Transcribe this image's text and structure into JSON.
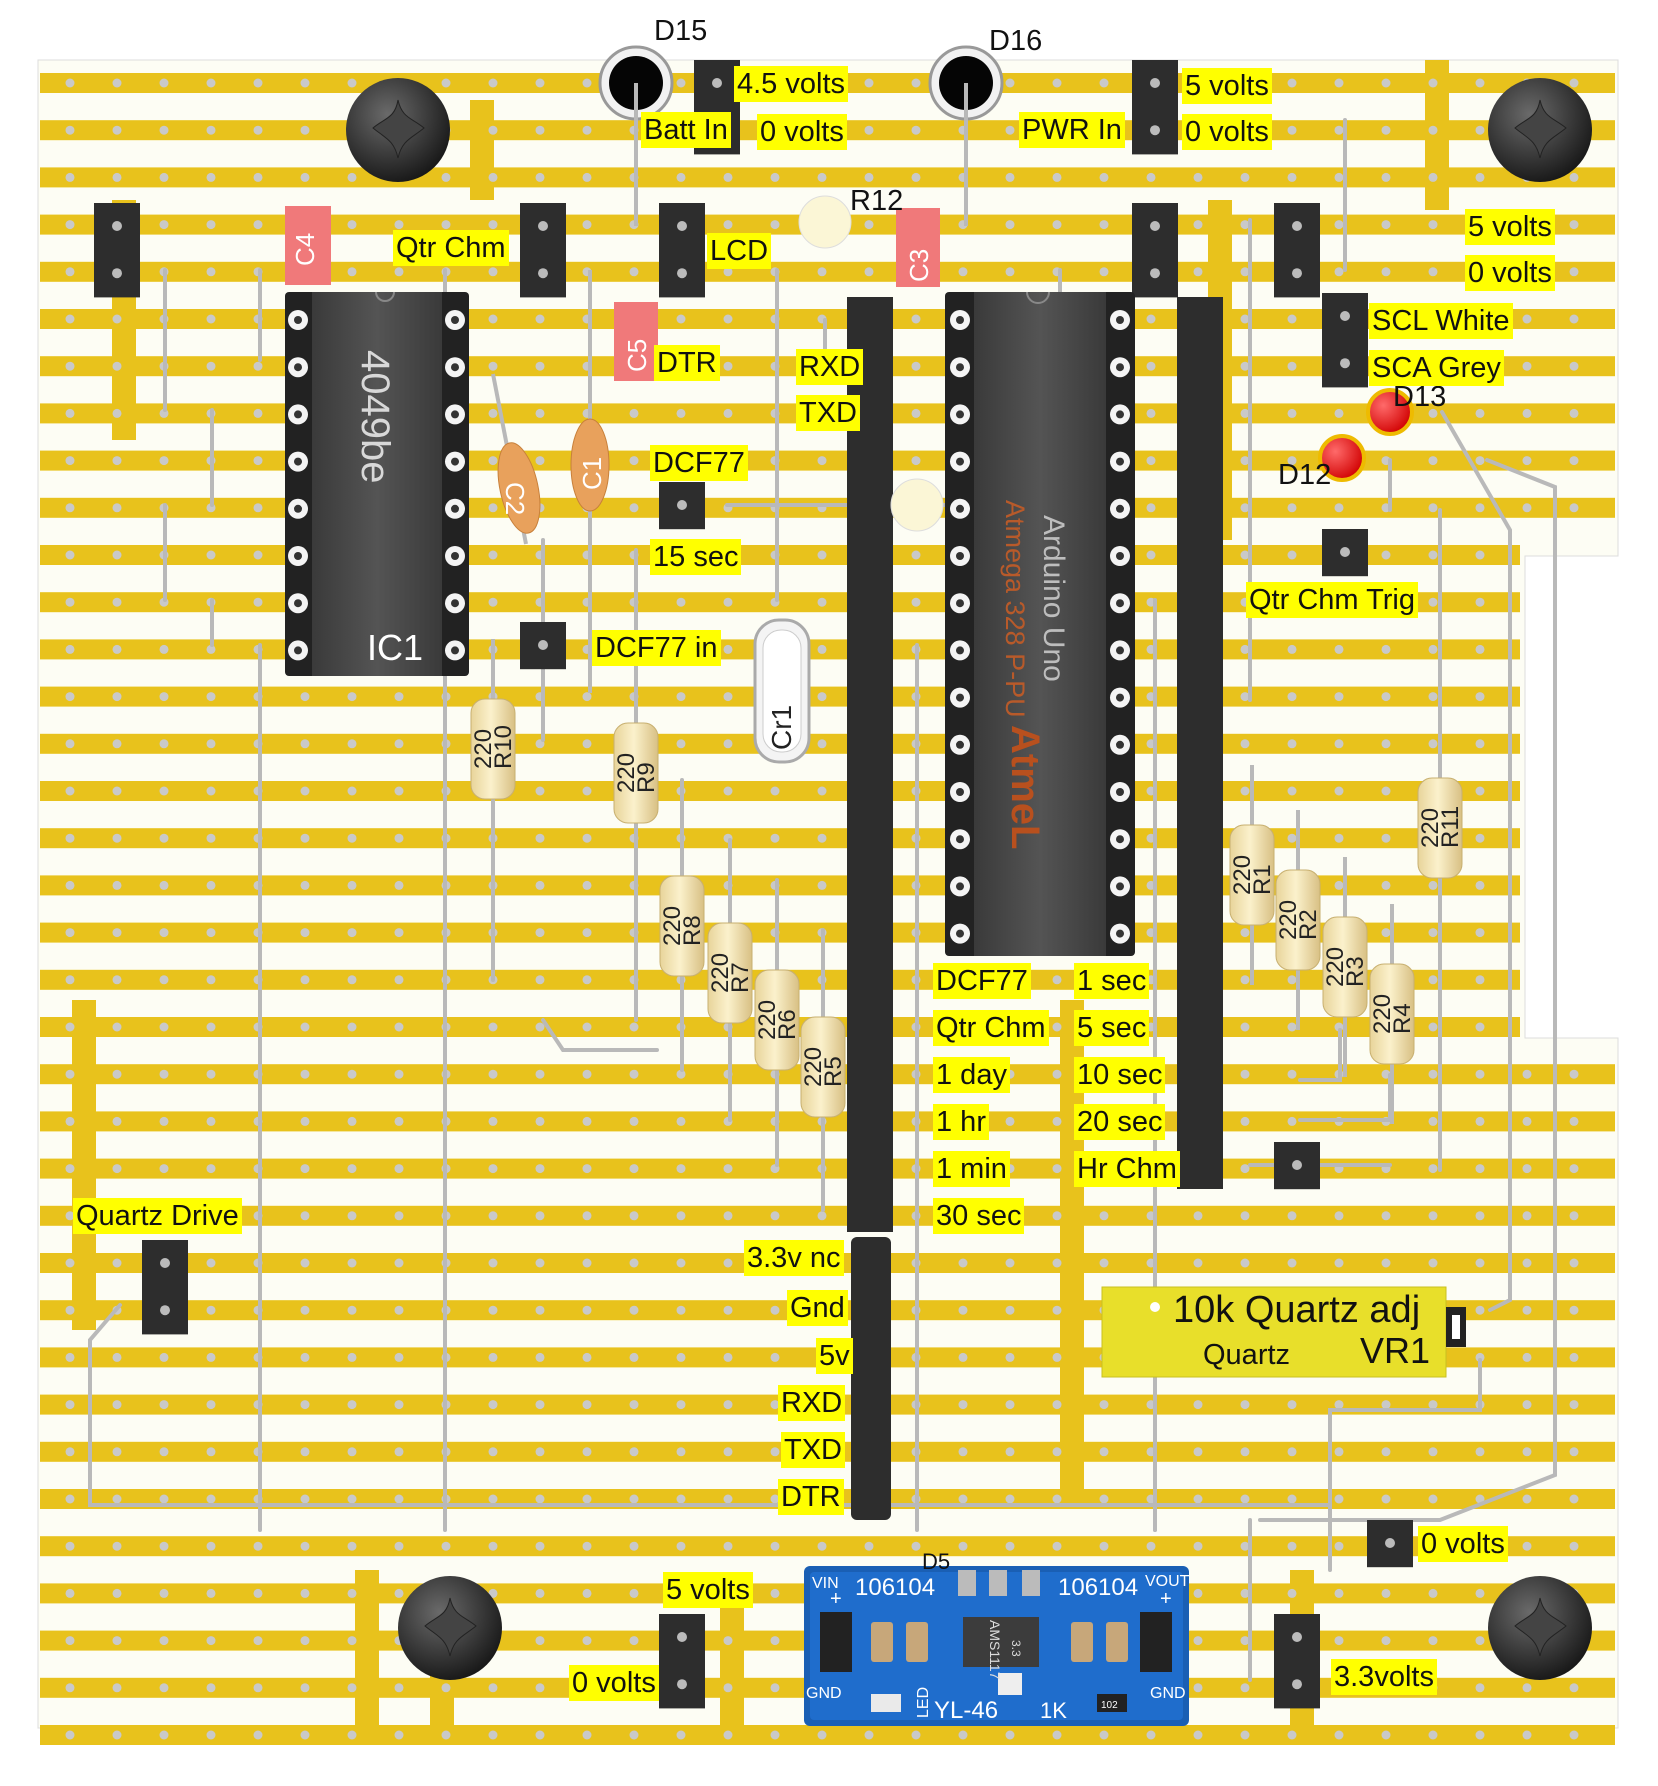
{
  "board": {
    "strip_color": "#e8c21c",
    "board_color": "#fdfdf4",
    "hole_color": "#c9c9c9",
    "wire_color": "#b9b9b9"
  },
  "labels": {
    "d15": "D15",
    "d16": "D16",
    "r12": "R12",
    "d13": "D13",
    "d12": "D12",
    "v45": "4.5 volts",
    "batt_in": "Batt In",
    "batt_0v": "0 volts",
    "pwr_in": "PWR In",
    "pwr_5v": "5 volts",
    "pwr_0v": "0 volts",
    "right_5v": "5 volts",
    "right_0v": "0 volts",
    "qtr_chm_top": "Qtr Chm",
    "lcd": "LCD",
    "dtr_top": "DTR",
    "rxd_top": "RXD",
    "txd_top": "TXD",
    "dcf77_top": "DCF77",
    "sec15": "15 sec",
    "dcf77_in": "DCF77 in",
    "scl": "SCL White",
    "sca": "SCA Grey",
    "qtr_chm_trig": "Qtr Chm Trig",
    "col1": [
      "DCF77",
      "Qtr Chm",
      "1 day",
      "1 hr",
      "1 min",
      "30 sec"
    ],
    "col2": [
      "1 sec",
      "5 sec",
      "10 sec",
      "20 sec",
      "Hr Chm"
    ],
    "quartz_drive": "Quartz Drive",
    "ftdi": [
      "3.3v nc",
      "Gnd",
      "5v",
      "RXD",
      "TXD",
      "DTR"
    ],
    "vr1_title": "10k Quartz adj",
    "vr1_quartz": "Quartz",
    "vr1_name": "VR1",
    "bottom_0v": "0 volts",
    "bottom_5v": "5 volts",
    "bottom_0v_left": "0 volts",
    "v33": "3.3volts",
    "d5": "D5"
  },
  "components": {
    "ic1_part": "4049be",
    "ic1_name": "IC1",
    "uno_title": "Arduino Uno",
    "uno_chip": "Atmega 328 P-PU",
    "atmel_logo": "AtmeL",
    "c1": "C1",
    "c2": "C2",
    "c3": "C3",
    "c4": "C4",
    "c5": "C5",
    "cr1": "Cr1",
    "resistor_value": "220",
    "resistors": [
      "R1",
      "R2",
      "R3",
      "R4",
      "R5",
      "R6",
      "R7",
      "R8",
      "R9",
      "R10",
      "R11"
    ],
    "regulator": {
      "vin": "VIN",
      "vout": "VOUT",
      "plus": "+",
      "gnd": "GND",
      "code": "106104",
      "chip": "AMS1117",
      "chip_sub": "3.3",
      "led": "LED",
      "model": "YL-46",
      "res": "1K",
      "smd": "102"
    }
  }
}
